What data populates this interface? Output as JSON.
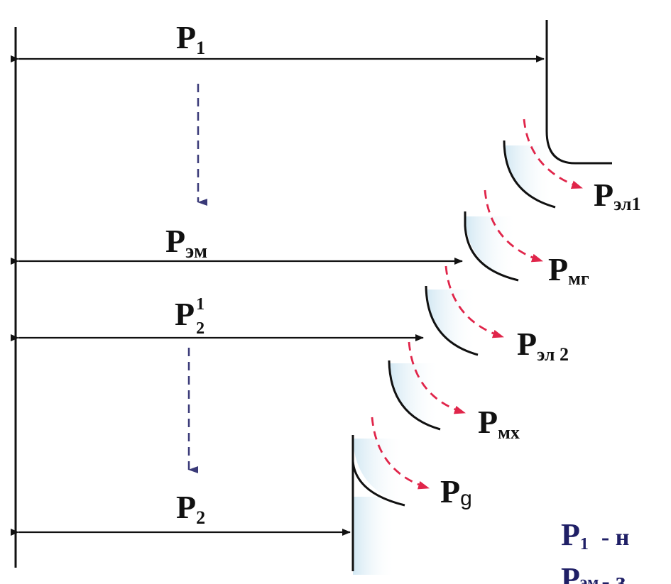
{
  "diagram": {
    "levels": [
      {
        "id": "p1",
        "label": "P",
        "sub": "1",
        "sup": ""
      },
      {
        "id": "pem",
        "label": "P",
        "sub": "эм",
        "sup": ""
      },
      {
        "id": "p2prime",
        "label": "P",
        "sub": "2",
        "sup": "1"
      },
      {
        "id": "p2",
        "label": "P",
        "sub": "2",
        "sup": ""
      }
    ],
    "losses": [
      {
        "id": "el1",
        "label": "P",
        "sub": "эл1"
      },
      {
        "id": "mg",
        "label": "P",
        "sub": "мг"
      },
      {
        "id": "el2",
        "label": "P",
        "sub": "эл 2"
      },
      {
        "id": "mx",
        "label": "P",
        "sub": "мх"
      },
      {
        "id": "g",
        "label": "P",
        "sub": "g"
      }
    ],
    "legend": [
      {
        "label": "P",
        "sub": "1",
        "text": "- н"
      },
      {
        "label": "P",
        "sub": "эм",
        "text": "- з"
      }
    ]
  },
  "colors": {
    "line": "#111111",
    "loss_arrow": "#e0254a",
    "flow_arrow": "#3a3a78",
    "shade": "#dbeef7",
    "legend_text": "#1f1f66"
  }
}
